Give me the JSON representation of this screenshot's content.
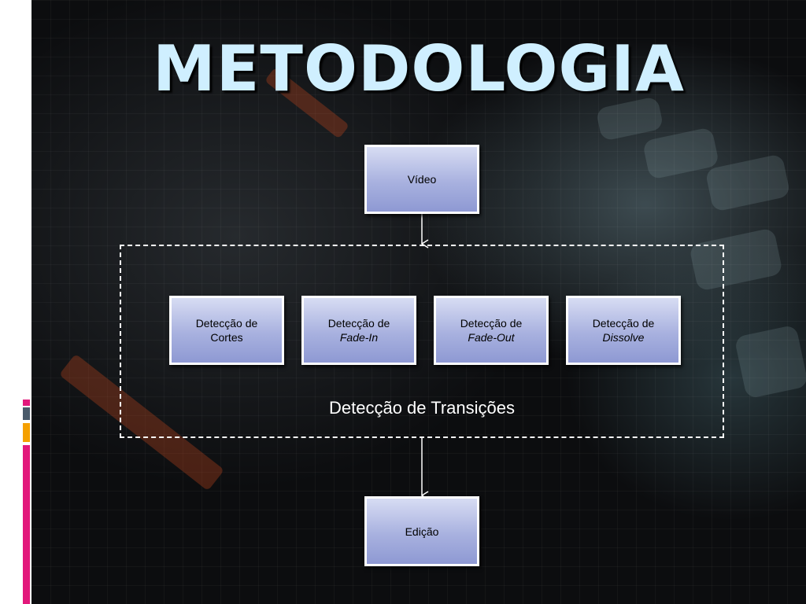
{
  "slide": {
    "title": "METODOLOGIA"
  },
  "diagram": {
    "input": {
      "label": "Vídeo"
    },
    "group": {
      "label": "Detecção de Transições",
      "steps": [
        {
          "line1": "Detecção de",
          "line2": "Cortes",
          "line2_italic": false
        },
        {
          "line1": "Detecção de",
          "line2": "Fade-In",
          "line2_italic": true
        },
        {
          "line1": "Detecção de",
          "line2": "Fade-Out",
          "line2_italic": true
        },
        {
          "line1": "Detecção de",
          "line2": "Dissolve",
          "line2_italic": true
        }
      ]
    },
    "output": {
      "label": "Edição"
    }
  },
  "colors": {
    "title": "#cfefff",
    "box_fill_top": "#d7dcf3",
    "box_fill_bottom": "#8e99d3",
    "border": "#ffffff",
    "accent_magenta": "#e2187b",
    "accent_orange": "#f5a000",
    "accent_slate": "#4a5a6a"
  }
}
